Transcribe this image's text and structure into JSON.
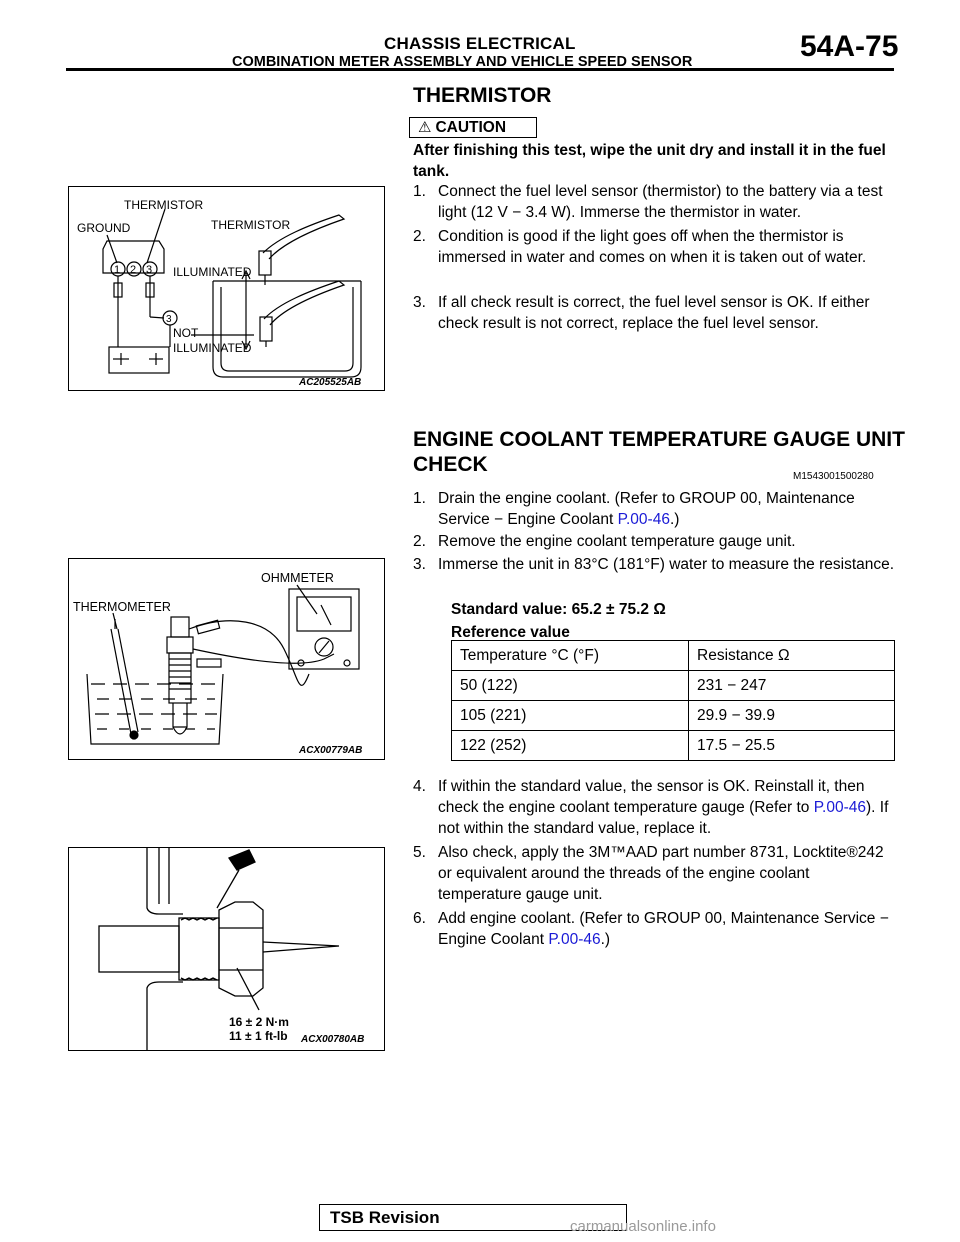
{
  "header": {
    "chapter": "CHASSIS ELECTRICAL",
    "section": "COMBINATION METER ASSEMBLY AND VEHICLE SPEED SENSOR",
    "page": "54A-75"
  },
  "thermistor": {
    "title": "THERMISTOR",
    "caution_label": "CAUTION",
    "caution_text": "After finishing this test, wipe the unit dry and install it in the fuel tank.",
    "steps": [
      {
        "num": "1.",
        "text": "Connect the fuel level sensor (thermistor) to the battery via a test light (12 V − 3.4 W). Immerse the thermistor in water."
      },
      {
        "num": "2.",
        "text": "Condition is good if the light goes off when the thermistor is immersed in water and comes on when it is taken out of water."
      },
      {
        "num": "3.",
        "text": "If all check result is correct, the fuel level sensor is OK. If either check result is not correct, replace the fuel level sensor."
      }
    ],
    "figure": {
      "labels": {
        "thermistor_top": "THERMISTOR",
        "ground": "GROUND",
        "thermistor_right": "THERMISTOR",
        "illuminated": "ILLUMINATED",
        "not": "NOT",
        "not_illuminated": "ILLUMINATED",
        "pin1": "1",
        "pin2": "2",
        "pin3": "3",
        "minus": "−",
        "plus": "+"
      },
      "code": "AC205525AB"
    }
  },
  "coolant": {
    "title_line1": "ENGINE COOLANT TEMPERATURE GAUGE UNIT",
    "title_line2": "CHECK",
    "doc_code": "M1543001500280",
    "steps_a": [
      {
        "num": "1.",
        "pre": "Drain the engine coolant. (Refer to GROUP 00, Maintenance Service − Engine Coolant ",
        "link": "P.00-46",
        "post": ".)"
      },
      {
        "num": "2.",
        "pre": "Remove the engine coolant temperature gauge unit.",
        "link": "",
        "post": ""
      },
      {
        "num": "3.",
        "pre": "Immerse the unit in 83°C (181°F) water to measure the resistance.",
        "link": "",
        "post": ""
      }
    ],
    "standard_value": "Standard value: 65.2 ± 75.2 Ω",
    "reference_label": "Reference value",
    "table": {
      "headers": [
        "Temperature °C (°F)",
        "Resistance Ω"
      ],
      "rows": [
        [
          "50 (122)",
          "231 − 247"
        ],
        [
          "105 (221)",
          "29.9 − 39.9"
        ],
        [
          "122 (252)",
          "17.5 − 25.5"
        ]
      ]
    },
    "steps_b": [
      {
        "num": "4.",
        "pre": "If within the standard value, the sensor is OK. Reinstall it, then check the engine coolant temperature gauge (Refer to ",
        "link": "P.00-46",
        "post": "). If not within the standard value, replace it."
      },
      {
        "num": "5.",
        "pre": "Also check, apply the 3M™AAD part number 8731, Locktite®242 or equivalent around the threads of the engine coolant temperature gauge unit.",
        "link": "",
        "post": ""
      },
      {
        "num": "6.",
        "pre": "Add engine coolant. (Refer to GROUP 00, Maintenance Service − Engine Coolant ",
        "link": "P.00-46",
        "post": ".)"
      }
    ],
    "figure2": {
      "ohmmeter": "OHMMETER",
      "thermometer": "THERMOMETER",
      "code": "ACX00779AB"
    },
    "figure3": {
      "torque1": "16 ± 2 N·m",
      "torque2": "11 ± 1 ft-lb",
      "code": "ACX00780AB"
    }
  },
  "footer": {
    "tsb": "TSB Revision",
    "watermark": "carmanualsonline.info"
  }
}
